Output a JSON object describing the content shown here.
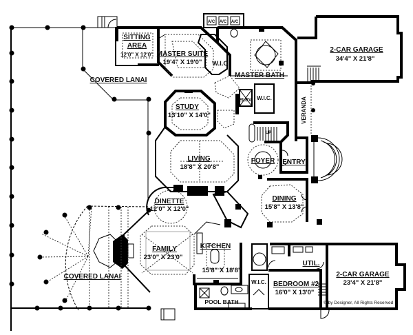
{
  "diagram": {
    "type": "floor-plan",
    "rooms": {
      "sitting_area": {
        "name": "SITTING AREA",
        "name_line1": "SITTING",
        "name_line2": "AREA",
        "dims": "12'0\" X 12'0\""
      },
      "master_suite": {
        "name": "MASTER SUITE",
        "dims": "19'4\" X 19'0\""
      },
      "master_wic": {
        "name": "W.I.C."
      },
      "master_bath": {
        "name": "MASTER BATH"
      },
      "garage_top": {
        "name": "2-CAR GARAGE",
        "dims": "34'4\" X 21'8\""
      },
      "covered_lanai_top": {
        "name": "COVERED LANAI"
      },
      "study": {
        "name": "STUDY",
        "dims": "13'10\" X 14'0\""
      },
      "elevator": {
        "name": "ELEV."
      },
      "wic_center": {
        "name": "W.I.C."
      },
      "veranda": {
        "name": "VERANDA"
      },
      "stairs": {
        "name": "UP"
      },
      "living": {
        "name": "LIVING",
        "dims": "18'8\" X 20'8\""
      },
      "foyer": {
        "name": "FOYER"
      },
      "entry": {
        "name": "ENTRY"
      },
      "dinette": {
        "name": "DINETTE",
        "dims": "12'0\" X 12'0\""
      },
      "dining": {
        "name": "DINING",
        "dims": "15'8\" X 13'8\""
      },
      "family": {
        "name": "FAMILY",
        "dims": "23'0\" X 23'0\""
      },
      "kitchen": {
        "name": "KITCHEN",
        "dims": "15'8\" X 18'8\""
      },
      "covered_lanai_bottom": {
        "name": "COVERED LANAI"
      },
      "util": {
        "name": "UTIL."
      },
      "garage_bottom": {
        "name": "2-CAR GARAGE",
        "dims": "23'4\" X 21'8\""
      },
      "wic_bedroom": {
        "name": "W.I.C."
      },
      "bedroom2": {
        "name": "BEDROOM #2",
        "dims": "16'0\" X 13'0\""
      },
      "pool_bath": {
        "name": "POOL BATH"
      }
    },
    "ac_units": [
      "A/C",
      "A/C",
      "A/C"
    ],
    "copyright": "© by Designer, All Rights Reserved"
  }
}
